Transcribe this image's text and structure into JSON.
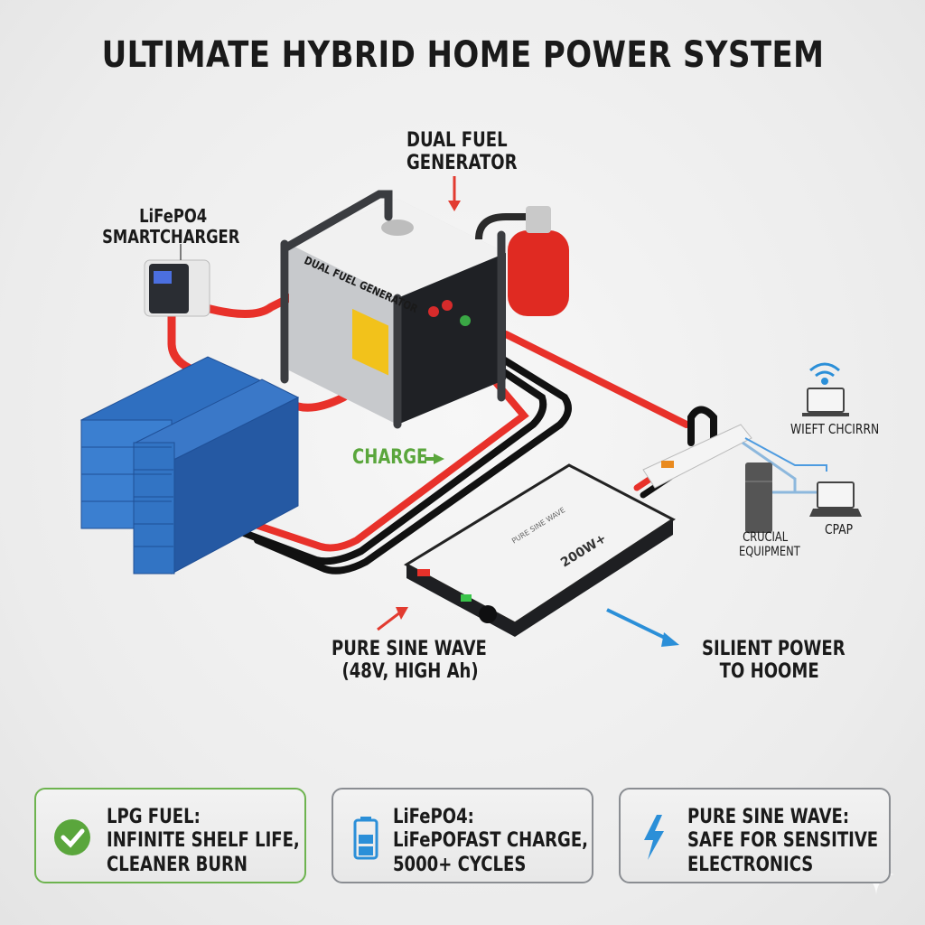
{
  "title": "ULTIMATE HYBRID HOME POWER SYSTEM",
  "labels": {
    "generator": [
      "DUAL FUEL",
      "GENERATOR"
    ],
    "charger": [
      "LiFePO4",
      "SMARTCHARGER"
    ],
    "charge": "CHARGE",
    "inverter": [
      "PURE SINE WAVE",
      "(48V, HIGH Ah)"
    ],
    "silent_power": [
      "SILIENT POWER",
      "TO HOOME"
    ],
    "wifi": "WIEFT CHCIRRN",
    "crucial": [
      "CRUCIAL",
      "EQUIPMENT"
    ],
    "cpap": "CPAP"
  },
  "device_text": {
    "generator_body": "DUAL FUEL GENERATOR",
    "inverter_body": "PURE SINE WAVE",
    "inverter_rating": "200W+"
  },
  "cards": [
    {
      "icon": "check-circle-icon",
      "lines": [
        "LPG FUEL:",
        "INFINITE SHELF LIFE,",
        "CLEANER BURN"
      ]
    },
    {
      "icon": "battery-icon",
      "lines": [
        "LiFePO4:",
        "LiFePOFAST CHARGE,",
        "5000+ CYCLES"
      ]
    },
    {
      "icon": "lightning-icon",
      "lines": [
        "PURE SINE WAVE:",
        "SAFE FOR SENSITIVE",
        "ELECTRONICS"
      ]
    }
  ],
  "colors": {
    "red_cable": "#e8312a",
    "battery_blue": "#2f6fc0",
    "green": "#5aa63c",
    "blue_arrow": "#2b8fd8",
    "tank": "#e02a22"
  }
}
